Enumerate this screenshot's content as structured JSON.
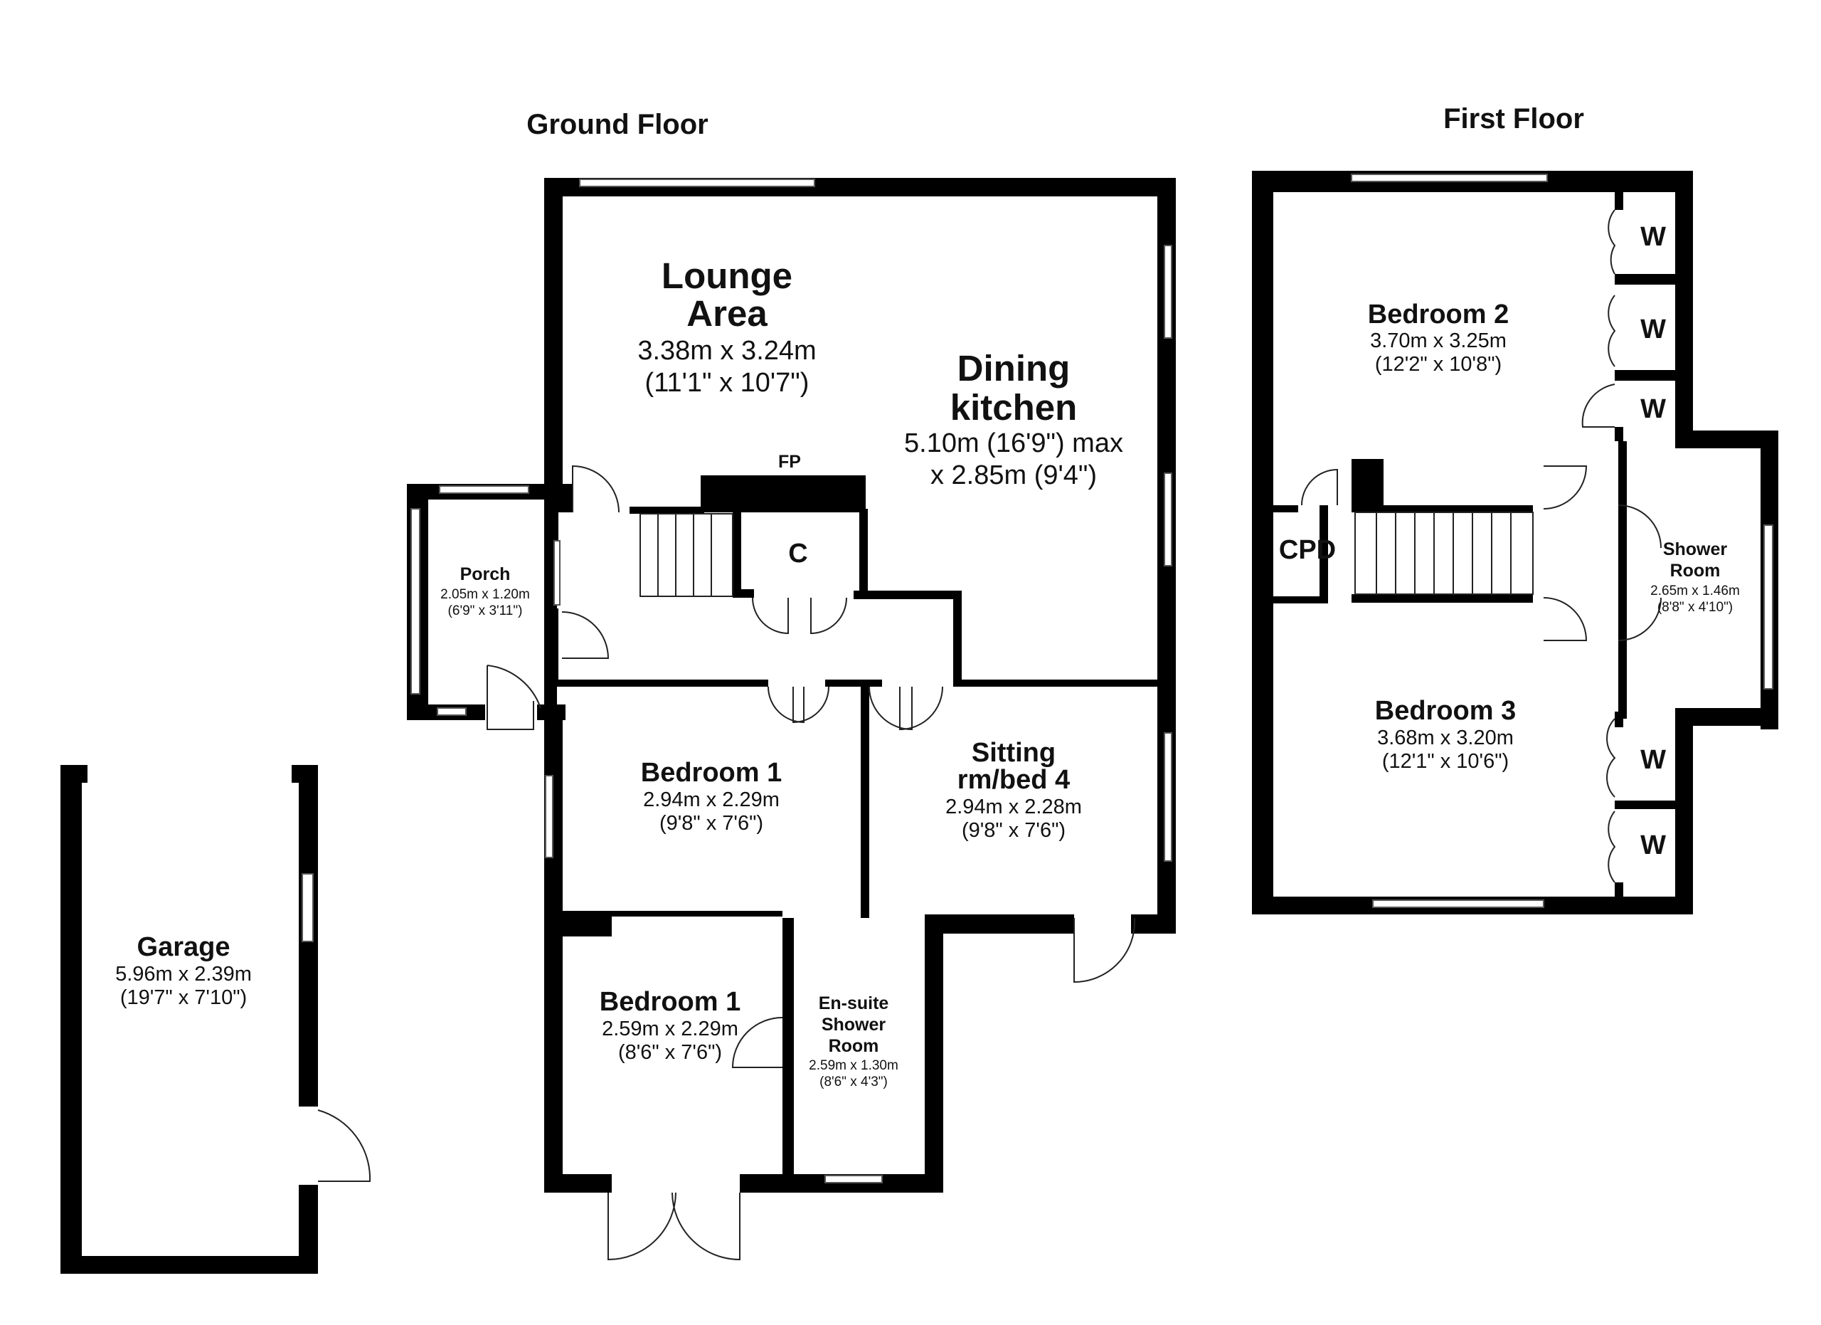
{
  "floors": {
    "ground": {
      "title": "Ground Floor",
      "rooms": {
        "lounge": {
          "name_line1": "Lounge",
          "name_line2": "Area",
          "size_metric": "3.38m x 3.24m",
          "size_imperial": "(11'1\" x 10'7\")"
        },
        "dining": {
          "name_line1": "Dining",
          "name_line2": "kitchen",
          "size_line1": "5.10m (16'9\") max",
          "size_line2": "x 2.85m (9'4\")"
        },
        "porch": {
          "name": "Porch",
          "size_metric": "2.05m x 1.20m",
          "size_imperial": "(6'9\" x 3'11\")"
        },
        "fireplace": {
          "label": "FP"
        },
        "cupboard": {
          "label": "C"
        },
        "bedroom1_front": {
          "name": "Bedroom 1",
          "size_metric": "2.94m x 2.29m",
          "size_imperial": "(9'8\" x 7'6\")"
        },
        "sitting": {
          "name_line1": "Sitting",
          "name_line2": "rm/bed 4",
          "size_metric": "2.94m x 2.28m",
          "size_imperial": "(9'8\" x 7'6\")"
        },
        "bedroom1_rear": {
          "name": "Bedroom 1",
          "size_metric": "2.59m x 2.29m",
          "size_imperial": "(8'6\" x 7'6\")"
        },
        "ensuite": {
          "name_line1": "En-suite",
          "name_line2": "Shower",
          "name_line3": "Room",
          "size_metric": "2.59m x 1.30m",
          "size_imperial": "(8'6\" x 4'3\")"
        },
        "garage": {
          "name": "Garage",
          "size_metric": "5.96m x 2.39m",
          "size_imperial": "(19'7\" x 7'10\")"
        }
      }
    },
    "first": {
      "title": "First Floor",
      "rooms": {
        "bedroom2": {
          "name": "Bedroom 2",
          "size_metric": "3.70m x 3.25m",
          "size_imperial": "(12'2\" x 10'8\")"
        },
        "bedroom3": {
          "name": "Bedroom 3",
          "size_metric": "3.68m x 3.20m",
          "size_imperial": "(12'1\" x 10'6\")"
        },
        "shower": {
          "name_line1": "Shower",
          "name_line2": "Room",
          "size_metric": "2.65m x 1.46m",
          "size_imperial": "(8'8\" x 4'10\")"
        },
        "cpd": {
          "label": "CPD"
        },
        "wardrobes": [
          "W",
          "W",
          "W",
          "W",
          "W"
        ]
      }
    }
  }
}
